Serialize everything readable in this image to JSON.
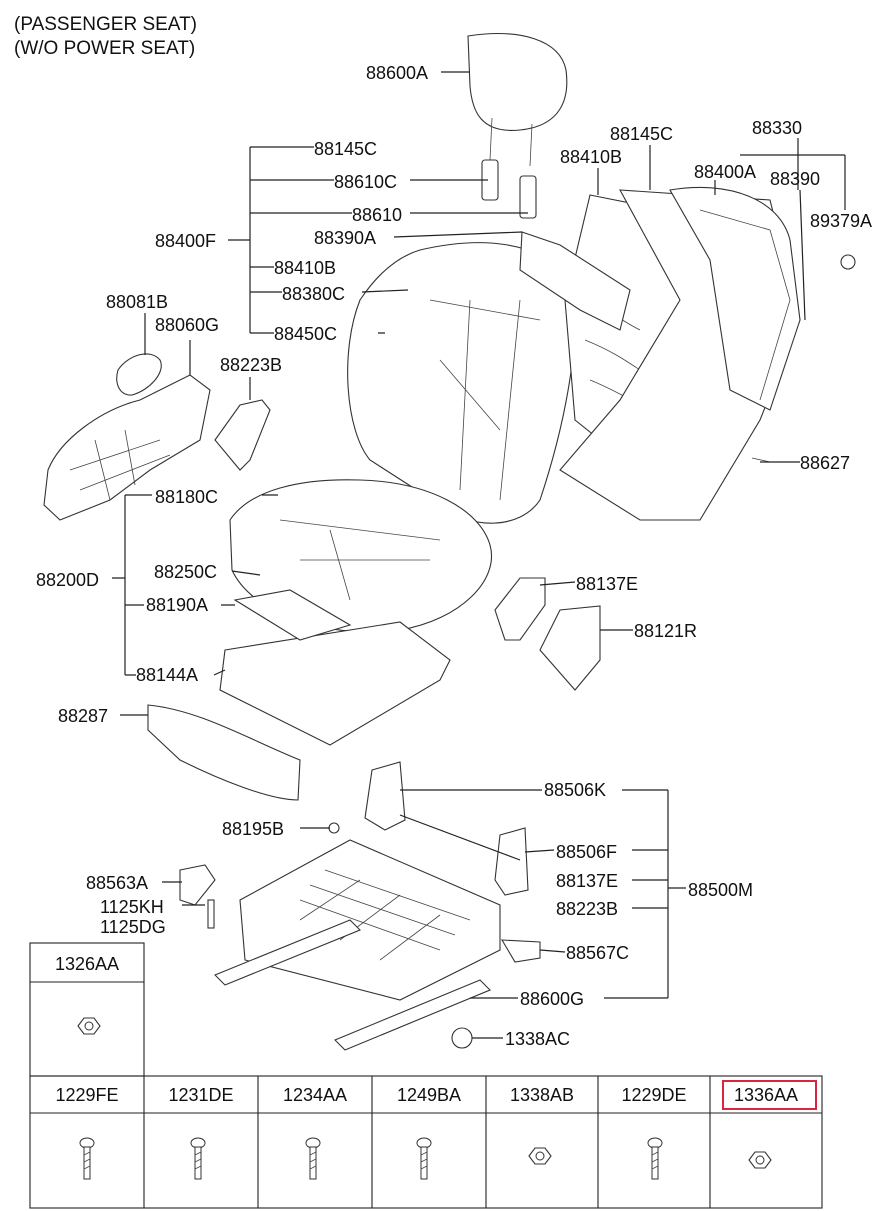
{
  "header": {
    "line1": "(PASSENGER SEAT)",
    "line2": "(W/O POWER SEAT)"
  },
  "callouts": [
    "88600A",
    "88145C",
    "88610C",
    "88610",
    "88400F",
    "88390A",
    "88410B",
    "88380C",
    "88450C",
    "88145C",
    "88410B",
    "88330",
    "88400A",
    "88390",
    "89379A",
    "88081B",
    "88060G",
    "88223B",
    "88627",
    "88180C",
    "88200D",
    "88250C",
    "88137E",
    "88190A",
    "88121R",
    "88144A",
    "88287",
    "88506K",
    "88195B",
    "88506F",
    "88563A",
    "88137E",
    "88500M",
    "1125KH",
    "88223B",
    "1125DG",
    "88567C",
    "88600G",
    "1338AC"
  ],
  "fastener_table": {
    "top_cell": "1326AA",
    "bottom_cells": [
      "1229FE",
      "1231DE",
      "1234AA",
      "1249BA",
      "1338AB",
      "1229DE",
      "1336AA"
    ],
    "highlighted": "1336AA",
    "highlight_color": "#d7263d"
  }
}
